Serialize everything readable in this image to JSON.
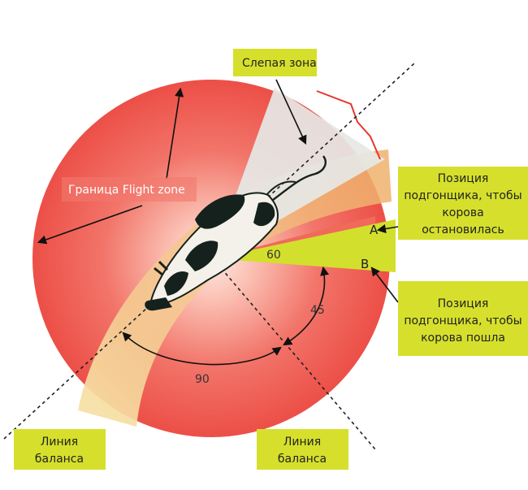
{
  "labels": {
    "blind_zone": "Слепая зона",
    "flight_zone_boundary": "Граница Flight zone",
    "position_stop": [
      "Позиция",
      "подгонщика, чтобы",
      "корова",
      "остановилась"
    ],
    "position_go": [
      "Позиция",
      "подгонщика, чтобы",
      "корова пошла"
    ],
    "balance_line_left": [
      "Линия",
      "баланса"
    ],
    "balance_line_right": [
      "Линия",
      "баланса"
    ],
    "point_a": "A",
    "point_b": "B"
  },
  "angles": {
    "a60": "60",
    "a45": "45",
    "a90": "90"
  },
  "colors": {
    "zone_red": "#ef4f4a",
    "zone_light": "#fdeae4",
    "pressure_band": "#f5d98c",
    "label_box": "#d6e02c",
    "blind_zone": "#e2e4e3",
    "outline_red": "#e8352e",
    "cow": "#15211c"
  },
  "icons": {
    "cow": "cow-top-view-icon"
  }
}
